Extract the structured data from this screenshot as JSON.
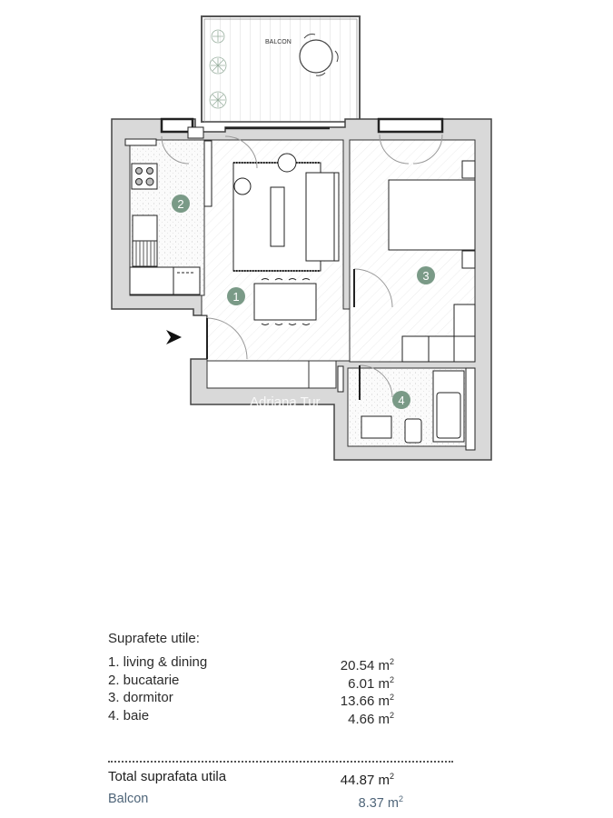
{
  "plan": {
    "balcony_label": "BALCON",
    "watermark": "Adriana Tur",
    "entrance_icon": "arrow-right-icon",
    "marker_color": "#7a9a87",
    "wall_color": "#d9d9d9",
    "rooms": [
      {
        "number": "1",
        "name": "living & dining"
      },
      {
        "number": "2",
        "name": "bucatarie"
      },
      {
        "number": "3",
        "name": "dormitor"
      },
      {
        "number": "4",
        "name": "baie"
      }
    ]
  },
  "legend": {
    "title": "Suprafete utile:",
    "items": [
      {
        "label": "1.  living & dining",
        "value": "20.54 m",
        "unit_sup": "2"
      },
      {
        "label": "2. bucatarie",
        "value": "6.01 m",
        "unit_sup": "2"
      },
      {
        "label": "3. dormitor",
        "value": "13.66 m",
        "unit_sup": "2"
      },
      {
        "label": "4. baie",
        "value": "4.66 m",
        "unit_sup": "2"
      }
    ],
    "total": {
      "label": "Total suprafata utila",
      "value": "44.87 m",
      "unit_sup": "2"
    },
    "balcony": {
      "label": "Balcon",
      "value": "8.37 m",
      "unit_sup": "2"
    }
  }
}
